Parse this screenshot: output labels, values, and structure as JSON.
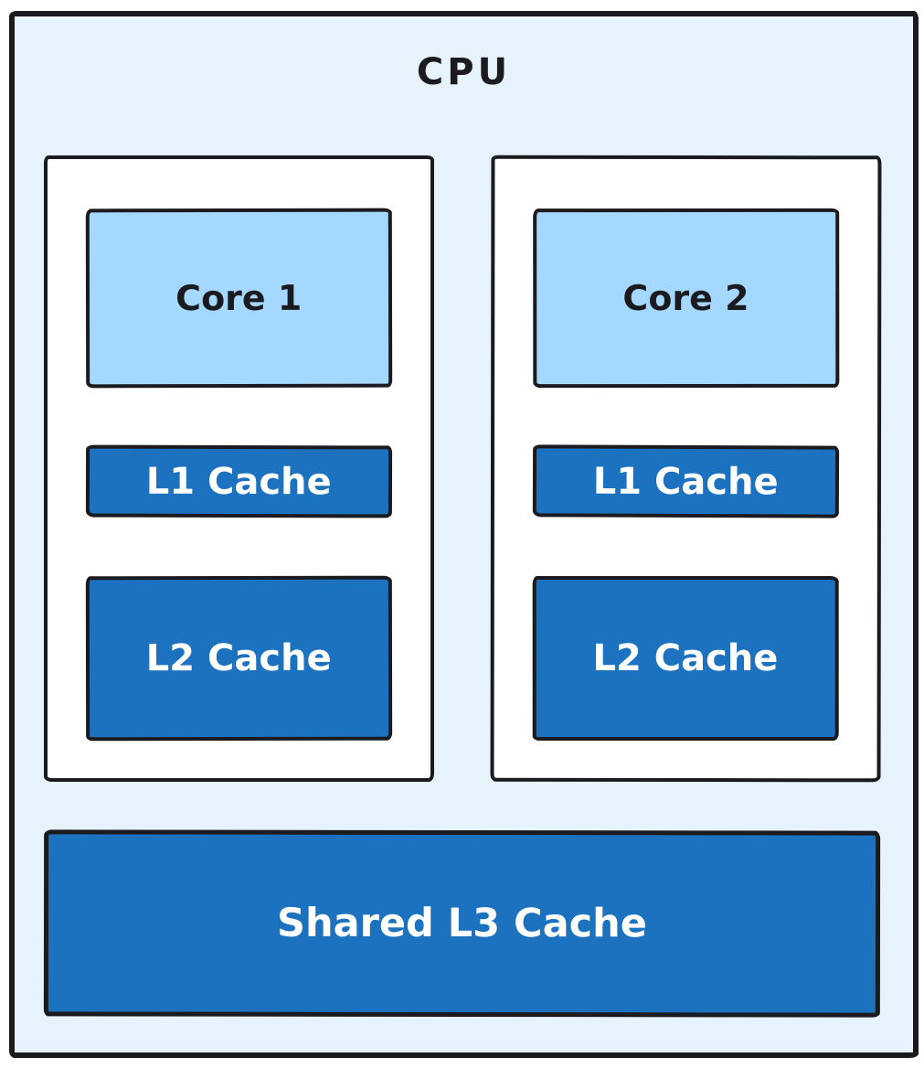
{
  "diagram": {
    "title": "CPU",
    "cores": [
      {
        "name": "Core 1",
        "l1_label": "L1 Cache",
        "l2_label": "L2 Cache"
      },
      {
        "name": "Core 2",
        "l1_label": "L1 Cache",
        "l2_label": "L2 Cache"
      }
    ],
    "shared_cache_label": "Shared L3 Cache",
    "colors": {
      "frame_background": "#e6f2fc",
      "core_fill": "#a5d8ff",
      "cache_fill": "#1c72bf",
      "container_fill": "#ffffff",
      "outline": "#1b1b1f",
      "cache_text": "#ffffff",
      "label_text": "#1b1b1f"
    }
  }
}
